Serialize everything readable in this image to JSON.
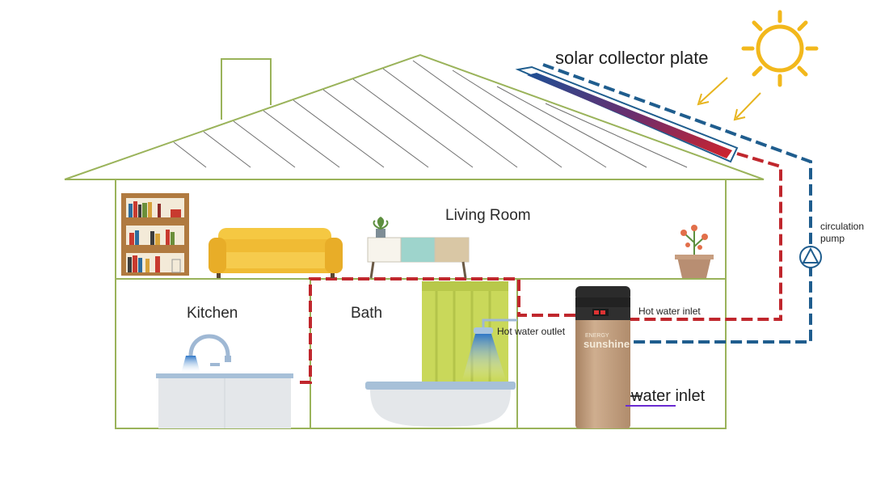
{
  "labels": {
    "solar_collector": "solar collector plate",
    "circulation_pump": [
      "circulation",
      "pump"
    ],
    "living_room": "Living Room",
    "kitchen": "Kitchen",
    "bath": "Bath",
    "hot_water_inlet": "Hot water inlet",
    "hot_water_outlet": "Hot water outlet",
    "water_inlet": "water inlet"
  },
  "heater": {
    "brand_small": "ENERGY",
    "brand": "sunshine"
  },
  "icons": [
    "sun-icon",
    "pump-icon",
    "sofa-icon",
    "bookshelf-icon",
    "plant-icon",
    "faucet-icon",
    "shower-icon",
    "bathtub-icon"
  ],
  "colors": {
    "house_outline": "#9ab35a",
    "hot_pipe": "#c0272d",
    "cold_pipe": "#1f5d8e",
    "sun": "#f2b81c",
    "heater_body": "#c4a07e",
    "sofa": "#f2c33d",
    "underline": "#6a2bd1"
  }
}
